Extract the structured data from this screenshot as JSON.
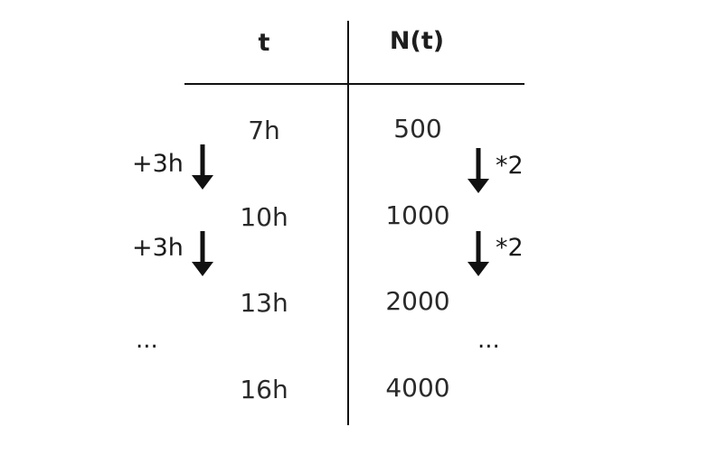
{
  "table": {
    "header_t": "t",
    "header_n": "N(t)",
    "t_values": [
      "7h",
      "10h",
      "13h",
      "16h"
    ],
    "n_values": [
      "500",
      "1000",
      "2000",
      "4000"
    ]
  },
  "annotations": {
    "left_step_1": "+3h",
    "left_step_2": "+3h",
    "right_step_1": "*2",
    "right_step_2": "*2",
    "left_ellipsis": "...",
    "right_ellipsis": "..."
  }
}
